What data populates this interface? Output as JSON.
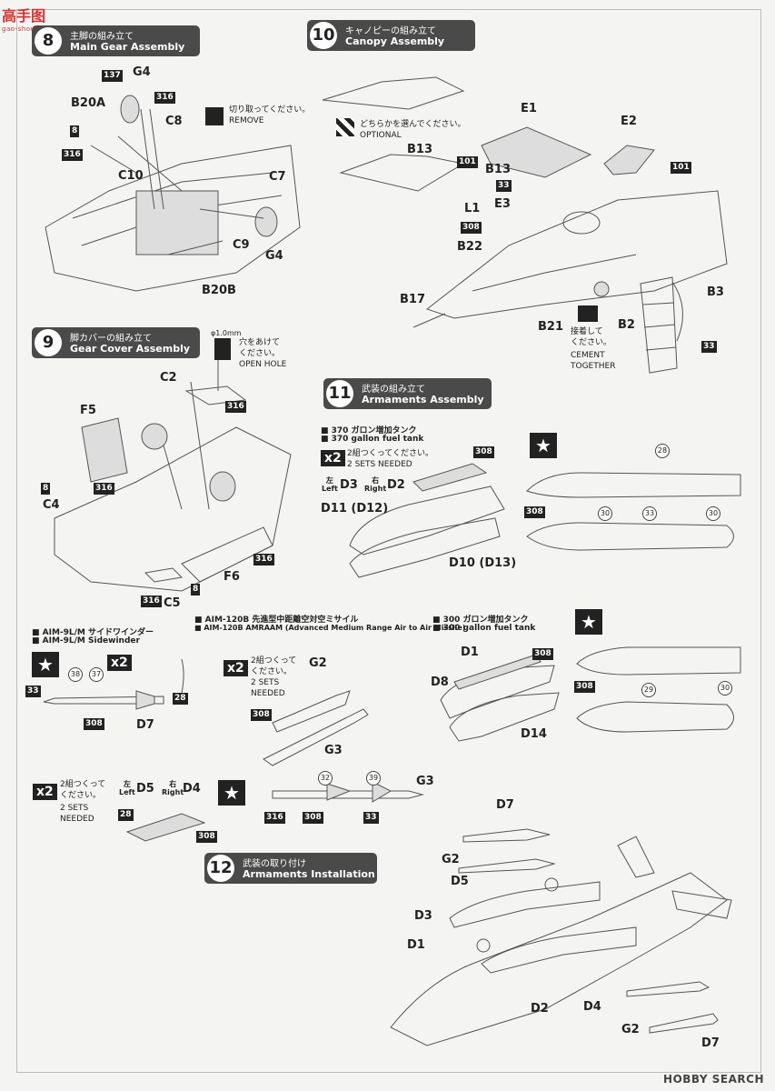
{
  "watermark": {
    "text": "高手图",
    "sub": "gao-shoutu.com"
  },
  "brand": "HOBBY SEARCH",
  "colors": {
    "header_bg": "#4a4a4a",
    "ink": "#222222",
    "paper": "#f4f4f2"
  },
  "steps": {
    "s8": {
      "num": "8",
      "jp": "主脚の組み立て",
      "en": "Main Gear Assembly"
    },
    "s9": {
      "num": "9",
      "jp": "脚カバーの組み立て",
      "en": "Gear Cover Assembly"
    },
    "s10": {
      "num": "10",
      "jp": "キャノピーの組み立て",
      "en": "Canopy Assembly"
    },
    "s11": {
      "num": "11",
      "jp": "武装の組み立て",
      "en": "Armaments Assembly"
    },
    "s12": {
      "num": "12",
      "jp": "武装の取り付け",
      "en": "Armaments Installation"
    }
  },
  "notes": {
    "remove_jp": "切り取ってください。",
    "remove_en": "REMOVE",
    "option_jp": "どちらかを選んでください。",
    "option_en": "OPTIONAL",
    "hole_dia": "φ1.0mm",
    "hole_jp1": "穴をあけて",
    "hole_jp2": "ください。",
    "hole_en": "OPEN HOLE",
    "cement_jp1": "接着して",
    "cement_jp2": "ください。",
    "cement_en1": "CEMENT",
    "cement_en2": "TOGETHER",
    "sets_jp": "2組つくってください。",
    "sets_en": "2 SETS NEEDED",
    "sets_jp_a": "2組つくって",
    "sets_jp_b": "ください。",
    "sets_en_a": "2 SETS",
    "sets_en_b": "NEEDED",
    "x2": "x2",
    "left_jp": "左",
    "left_en": "Left",
    "right_jp": "右",
    "right_en": "Right"
  },
  "sections": {
    "tank370_jp": "370 ガロン増加タンク",
    "tank370_en": "370 gallon fuel tank",
    "aim9_jp": "AIM-9L/M サイドワインダー",
    "aim9_en": "AIM-9L/M Sidewinder",
    "aim120_jp": "AIM-120B 先進型中距離空対空ミサイル",
    "aim120_en": "AIM-120B AMRAAM (Advanced Medium Range Air to Air Missile)",
    "tank300_jp": "300 ガロン増加タンク",
    "tank300_en": "300 gallon fuel tank"
  },
  "parts": {
    "G4": "G4",
    "B20A": "B20A",
    "C8": "C8",
    "C10": "C10",
    "C7": "C7",
    "C9": "C9",
    "B20B": "B20B",
    "E1": "E1",
    "E2": "E2",
    "B13": "B13",
    "E3": "E3",
    "L1": "L1",
    "B22": "B22",
    "B17": "B17",
    "B21": "B21",
    "B3": "B3",
    "B2": "B2",
    "C2": "C2",
    "F5": "F5",
    "C4": "C4",
    "F6": "F6",
    "C5": "C5",
    "D3": "D3",
    "D2": "D2",
    "D11": "D11 (D12)",
    "D10": "D10 (D13)",
    "D1": "D1",
    "D8": "D8",
    "D14": "D14",
    "D7": "D7",
    "G2": "G2",
    "G3": "G3",
    "D5": "D5",
    "D4": "D4"
  },
  "paint": {
    "p137": "137",
    "p316": "316",
    "p8": "8",
    "p101": "101",
    "p33": "33",
    "p308": "308",
    "p28": "28",
    "p30": "30",
    "p29": "29",
    "p38": "38",
    "p37": "37",
    "p32": "32",
    "p39": "39"
  }
}
